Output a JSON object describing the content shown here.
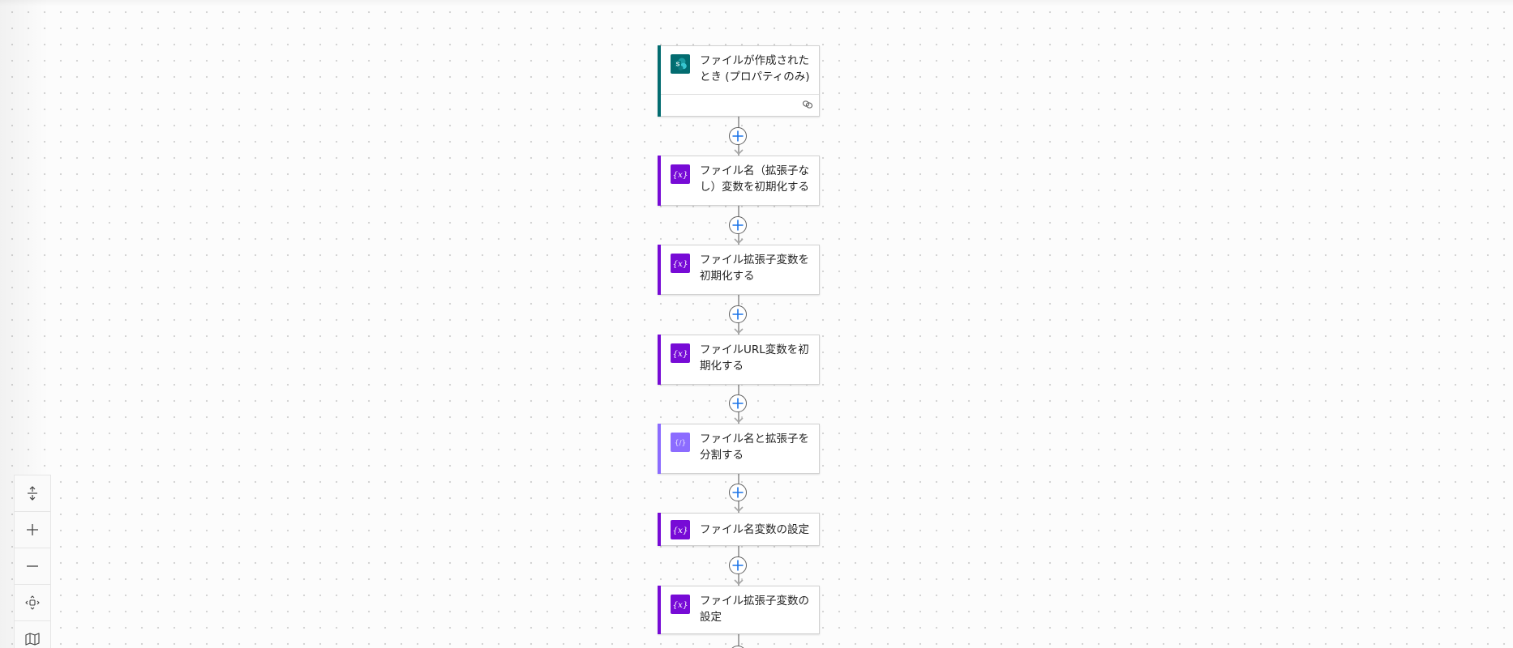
{
  "canvas": {
    "background": "#fcfcfc",
    "dot_color": "#d2d2d2"
  },
  "flow": {
    "steps": [
      {
        "title": "ファイルが作成されたとき (プロパティのみ)",
        "title_lines": [
          "ファイルが作成された",
          "とき (プロパティのみ)"
        ],
        "type": "trigger",
        "connector": "SharePoint",
        "icon": "sharepoint-icon",
        "accent_color": "#036c70",
        "footer_icon": "link-icon"
      },
      {
        "title": "ファイル名（拡張子なし）変数を初期化する",
        "title_lines": [
          "ファイル名（拡張子な",
          "し）変数を初期化する"
        ],
        "type": "action",
        "icon": "variable-icon",
        "accent_color": "#770bd6"
      },
      {
        "title": "ファイル拡張子変数を初期化する",
        "title_lines": [
          "ファイル拡張子変数を",
          "初期化する"
        ],
        "type": "action",
        "icon": "variable-icon",
        "accent_color": "#770bd6"
      },
      {
        "title": "ファイルURL変数を初期化する",
        "title_lines": [
          "ファイルURL変数を初",
          "期化する"
        ],
        "type": "action",
        "icon": "variable-icon",
        "accent_color": "#770bd6"
      },
      {
        "title": "ファイル名と拡張子を分割する",
        "title_lines": [
          "ファイル名と拡張子を",
          "分割する"
        ],
        "type": "action",
        "icon": "compose-icon",
        "accent_color": "#8c6cff"
      },
      {
        "title": "ファイル名変数の設定",
        "title_lines": [
          "ファイル名変数の設定"
        ],
        "type": "action",
        "icon": "variable-icon",
        "accent_color": "#770bd6"
      },
      {
        "title": "ファイル拡張子変数の設定",
        "title_lines": [
          "ファイル拡張子変数の",
          "設定"
        ],
        "type": "action",
        "icon": "variable-icon",
        "accent_color": "#770bd6"
      }
    ],
    "insert_button_icon": "plus-icon",
    "insert_color": "#1a73e8"
  },
  "controls": [
    {
      "name": "fit-to-view",
      "icon": "fit-vertical-icon"
    },
    {
      "name": "zoom-in",
      "icon": "plus-icon"
    },
    {
      "name": "zoom-out",
      "icon": "minus-icon"
    },
    {
      "name": "pan-center",
      "icon": "move-icon"
    },
    {
      "name": "minimap",
      "icon": "map-icon"
    }
  ]
}
